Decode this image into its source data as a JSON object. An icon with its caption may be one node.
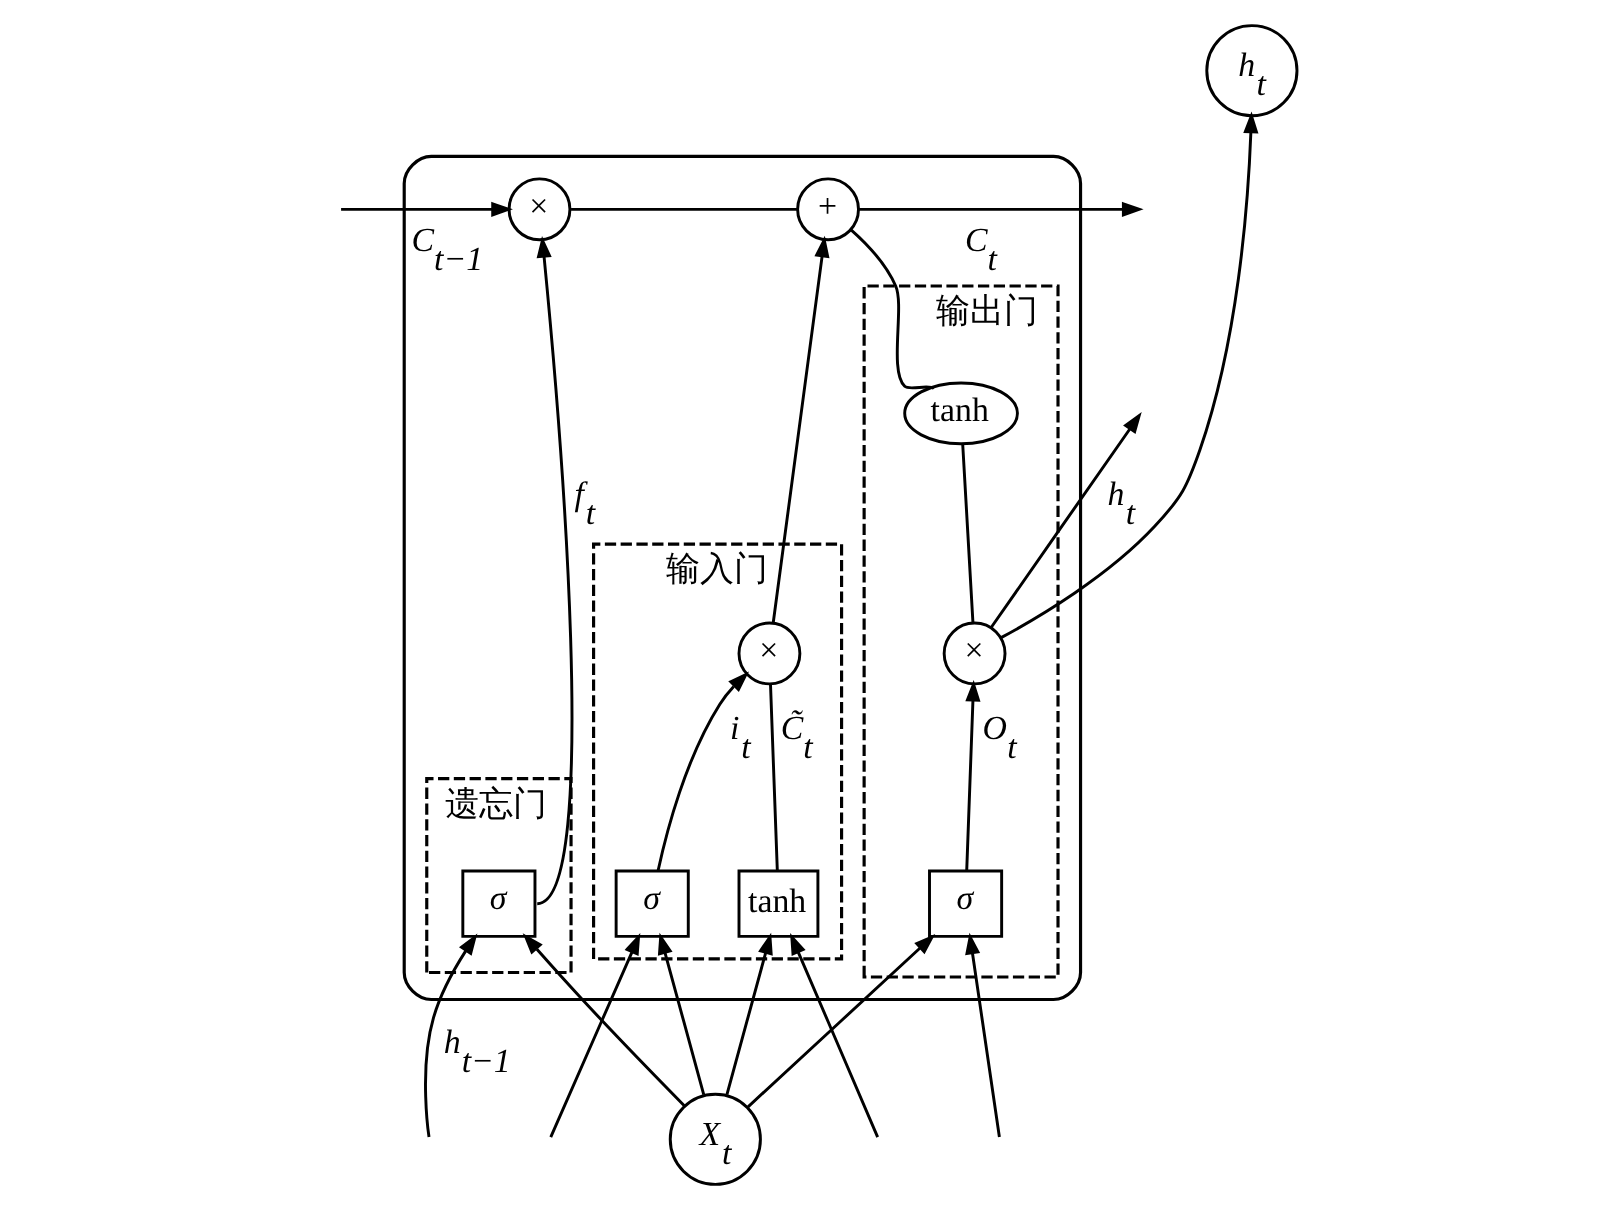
{
  "diagram": {
    "nodes": [
      {
        "text": [],
        "shape": "box"
      },
      {
        "text": [
          "×"
        ],
        "in": 0
      },
      {
        "text": [
          "+"
        ],
        "in": 0
      },
      {
        "text": [
          "遗忘门"
        ],
        "in": 0
      },
      {
        "text": [
          "σ"
        ],
        "in": 3
      },
      {
        "text": [
          "输入门"
        ],
        "in": 0
      },
      {
        "text": [
          "σ"
        ],
        "in": 5
      },
      {
        "text": [
          "tanh"
        ],
        "in": 5
      },
      {
        "text": [
          "×"
        ],
        "in": 5
      },
      {
        "text": [
          "输出门"
        ],
        "in": 0
      },
      {
        "text": [
          "σ"
        ],
        "in": 9
      },
      {
        "text": [
          "×"
        ],
        "in": 9
      },
      {
        "text": [
          "tanh"
        ],
        "in": 9
      },
      {
        "text": [
          "h$_{t}$"
        ]
      },
      {
        "text": [
          "X$_{t}$"
        ]
      }
    ],
    "edges": [
      {
        "from": null,
        "to": 1,
        "arrow": "to",
        "label": "C$_{t−1}$"
      },
      {
        "from": 1,
        "to": 2,
        "arrow": "none"
      },
      {
        "from": 2,
        "to": null,
        "arrow": "to",
        "label": "C$_{t}$"
      },
      {
        "from": 4,
        "to": 1,
        "arrow": "to",
        "label": "f$_{t}$"
      },
      {
        "from": 6,
        "to": 8,
        "arrow": "to",
        "label": "i$_{t}$"
      },
      {
        "from": 7,
        "to": 8,
        "arrow": "none",
        "label": "C̃$_{t}$"
      },
      {
        "from": 8,
        "to": 2,
        "arrow": "to"
      },
      {
        "from": 10,
        "to": 11,
        "arrow": "to",
        "label": "O$_{t}$"
      },
      {
        "from": 11,
        "to": 12,
        "arrow": "none"
      },
      {
        "from": 12,
        "to": 2,
        "arrow": "none"
      },
      {
        "from": null,
        "to": 4,
        "arrow": "to",
        "label": "h$_{t−1}$"
      },
      {
        "from": null,
        "to": 6,
        "arrow": "to"
      },
      {
        "from": null,
        "to": 7,
        "arrow": "to"
      },
      {
        "from": null,
        "to": 10,
        "arrow": "to"
      },
      {
        "from": 14,
        "to": 4,
        "arrow": "to"
      },
      {
        "from": 14,
        "to": 6,
        "arrow": "to"
      },
      {
        "from": 14,
        "to": 7,
        "arrow": "to"
      },
      {
        "from": 14,
        "to": 10,
        "arrow": "to"
      },
      {
        "from": 11,
        "to": null,
        "arrow": "to",
        "label": "h$_{t}$"
      },
      {
        "from": 11,
        "to": 13,
        "arrow": "to"
      }
    ]
  }
}
